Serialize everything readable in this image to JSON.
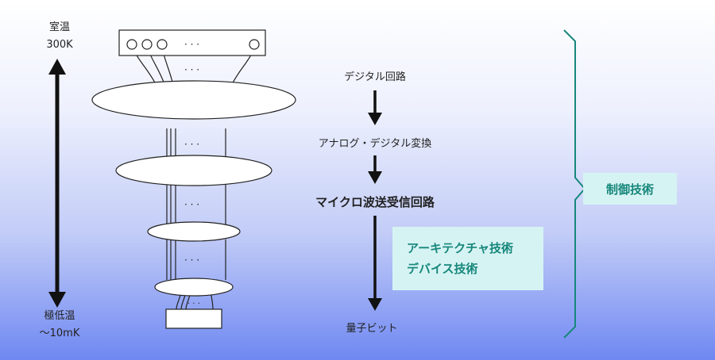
{
  "temperatures": {
    "top_label": "室温",
    "top_value": "300K",
    "bottom_label": "極低温",
    "bottom_value": "〜10mK"
  },
  "flow": {
    "digital_circuit": "デジタル回路",
    "adc": "アナログ・デジタル変換",
    "microwave": "マイクロ波送受信回路",
    "qubit": "量子ビット"
  },
  "tech_box": {
    "line1": "アーキテクチャ技術",
    "line2": "デバイス技術"
  },
  "control": "制御技術",
  "ellipsis": "· · ·",
  "colors": {
    "accent_teal": "#16877b",
    "box_fill": "#d6f3f3",
    "arrow": "#111111"
  }
}
